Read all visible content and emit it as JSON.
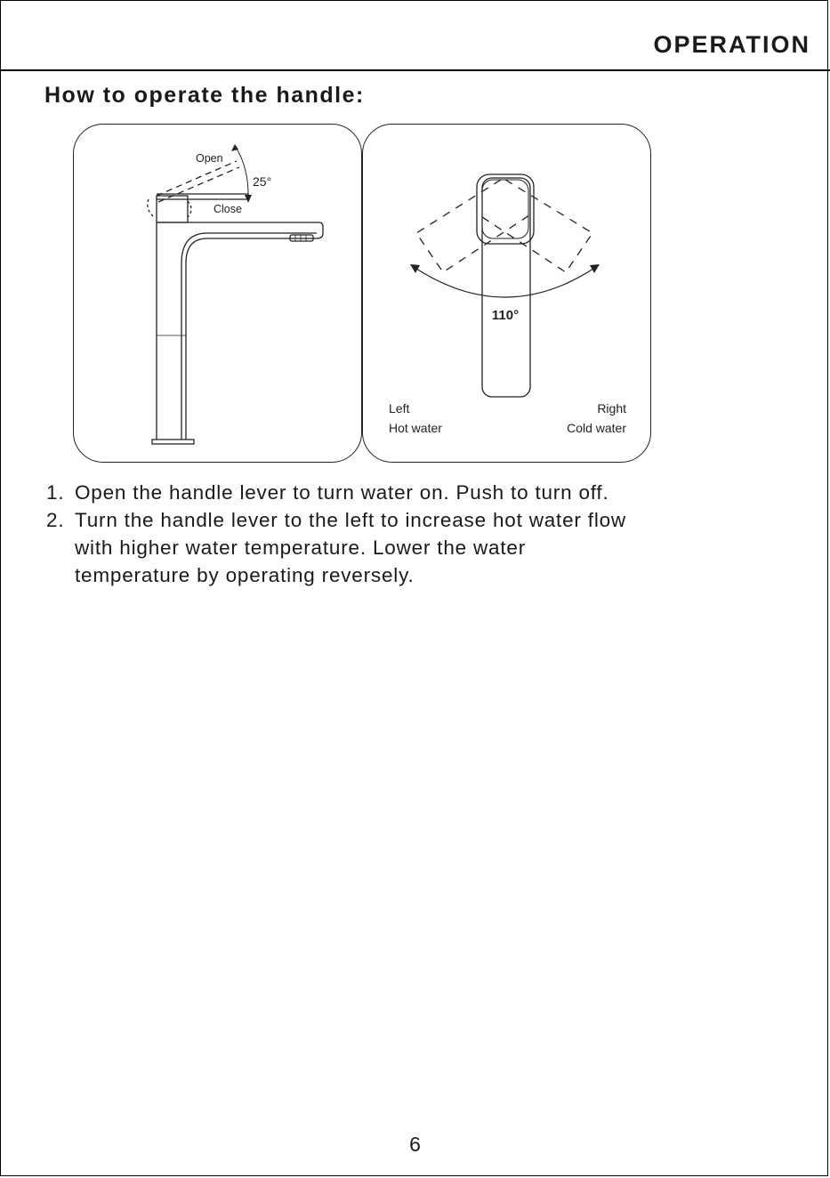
{
  "header": {
    "section_title": "OPERATION"
  },
  "content": {
    "subheading": "How to operate the handle:",
    "side_view": {
      "open_label": "Open",
      "close_label": "Close",
      "angle_label": "25°"
    },
    "top_view": {
      "angle_label": "110°",
      "left_label": "Left",
      "left_sub": "Hot water",
      "right_label": "Right",
      "right_sub": "Cold water"
    },
    "instructions": [
      {
        "number": "1.",
        "lines": [
          "Open the handle lever to turn water on. Push to turn off."
        ]
      },
      {
        "number": "2.",
        "lines": [
          "Turn the handle lever to the left to increase hot water flow",
          "with higher water temperature. Lower the water",
          "temperature by operating reversely."
        ]
      }
    ]
  },
  "footer": {
    "page_number": "6"
  }
}
